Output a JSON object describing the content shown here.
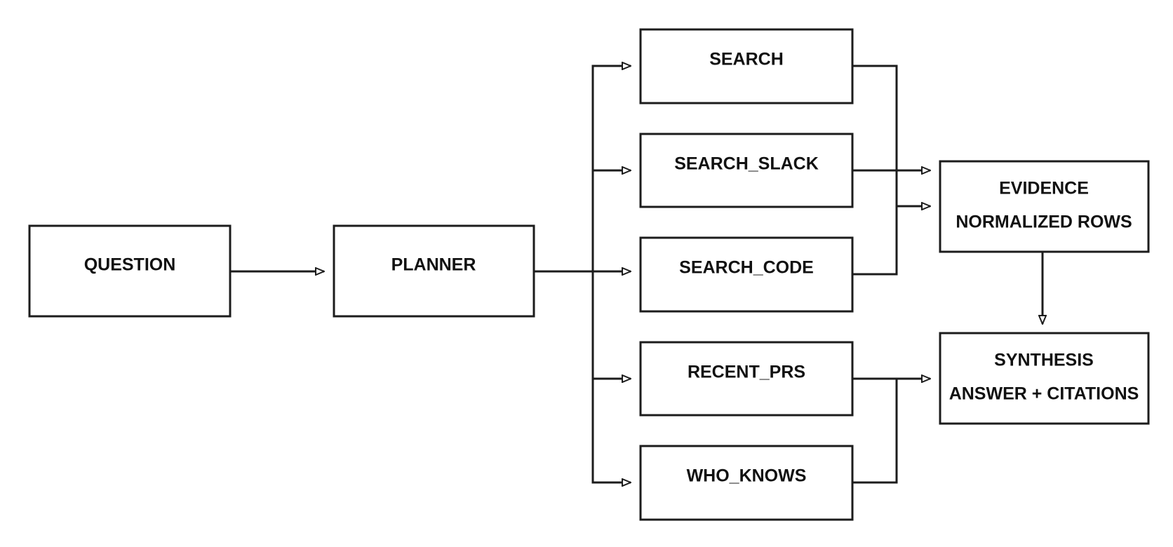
{
  "diagram": {
    "nodes": {
      "question": {
        "label": "QUESTION"
      },
      "planner": {
        "label": "PLANNER"
      },
      "search": {
        "label": "SEARCH"
      },
      "search_slack": {
        "label": "SEARCH_SLACK"
      },
      "search_code": {
        "label": "SEARCH_CODE"
      },
      "recent_prs": {
        "label": "RECENT_PRS"
      },
      "who_knows": {
        "label": "WHO_KNOWS"
      },
      "evidence": {
        "label": "EVIDENCE",
        "sublabel": "NORMALIZED ROWS"
      },
      "synthesis": {
        "label": "SYNTHESIS",
        "sublabel": "ANSWER + CITATIONS"
      }
    },
    "edges": [
      {
        "from": "question",
        "to": "planner"
      },
      {
        "from": "planner",
        "to": "search"
      },
      {
        "from": "planner",
        "to": "search_slack"
      },
      {
        "from": "planner",
        "to": "search_code"
      },
      {
        "from": "planner",
        "to": "recent_prs"
      },
      {
        "from": "planner",
        "to": "who_knows"
      },
      {
        "from": "search",
        "to": "evidence"
      },
      {
        "from": "search_slack",
        "to": "evidence"
      },
      {
        "from": "search_code",
        "to": "evidence"
      },
      {
        "from": "evidence",
        "to": "synthesis"
      },
      {
        "from": "recent_prs",
        "to": "synthesis"
      },
      {
        "from": "who_knows",
        "to": "synthesis"
      }
    ],
    "colors": {
      "stroke": "#1c1c1c",
      "text": "#111111",
      "background": "#ffffff"
    }
  }
}
